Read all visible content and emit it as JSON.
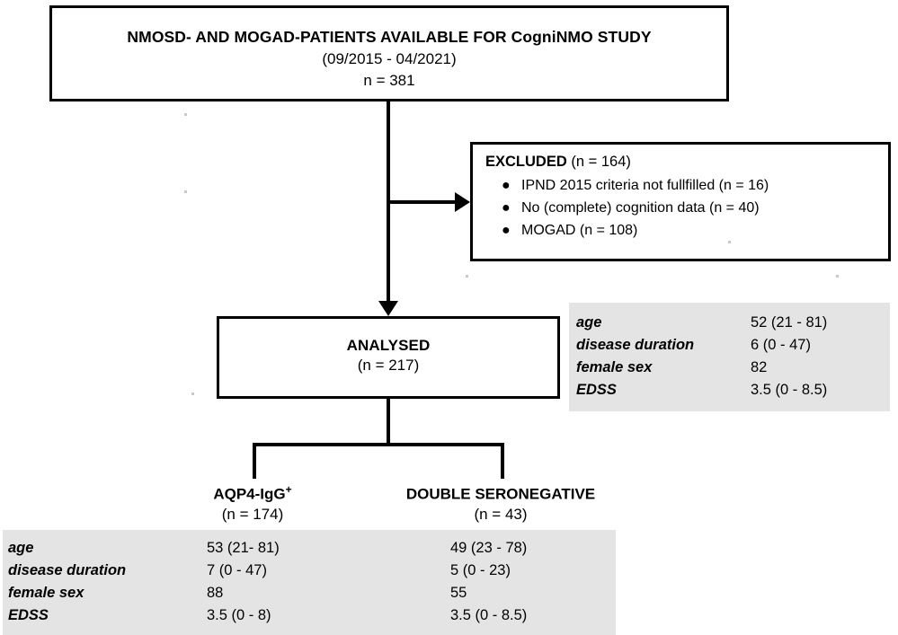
{
  "figure": {
    "type": "flowchart",
    "kind": "patient-selection-flow-diagram"
  },
  "boxes": {
    "available": {
      "title": "NMOSD- AND MOGAD-PATIENTS AVAILABLE FOR CogniNMO STUDY",
      "period": "(09/2015 - 04/2021)",
      "count": "n = 381"
    },
    "excluded": {
      "title": "EXCLUDED",
      "count": "(n = 164)",
      "reasons": [
        "IPND 2015 criteria not fullfilled (n = 16)",
        "No (complete) cognition data (n = 40)",
        "MOGAD (n = 108)"
      ],
      "bullet": "●"
    },
    "analysed": {
      "title": "ANALYSED",
      "count": "(n = 217)"
    }
  },
  "groups": [
    {
      "name": "AQP4-IgG",
      "superscript": "+",
      "count": "(n = 174)"
    },
    {
      "name": "DOUBLE SERONEGATIVE",
      "superscript": "",
      "count": "(n = 43)"
    }
  ],
  "stats_analysed": {
    "rows": [
      {
        "label": "age",
        "value": "52 (21 - 81)"
      },
      {
        "label": "disease duration",
        "value": "6 (0 - 47)"
      },
      {
        "label": "female sex",
        "value": "82"
      },
      {
        "label": "EDSS",
        "value": "3.5 (0 - 8.5)"
      }
    ]
  },
  "stats_groups": {
    "rows": [
      {
        "label": "age",
        "aqp4": "53 (21- 81)",
        "seroneg": "49 (23 - 78)"
      },
      {
        "label": "disease duration",
        "aqp4": "7 (0 - 47)",
        "seroneg": "5 (0 - 23)"
      },
      {
        "label": "female sex",
        "aqp4": "88",
        "seroneg": "55"
      },
      {
        "label": "EDSS",
        "aqp4": "3.5 (0 - 8)",
        "seroneg": "3.5 (0 - 8.5)"
      }
    ]
  },
  "colors": {
    "line": "#000000",
    "panel_background": "#e4e4e4",
    "box_background": "#ffffff"
  }
}
